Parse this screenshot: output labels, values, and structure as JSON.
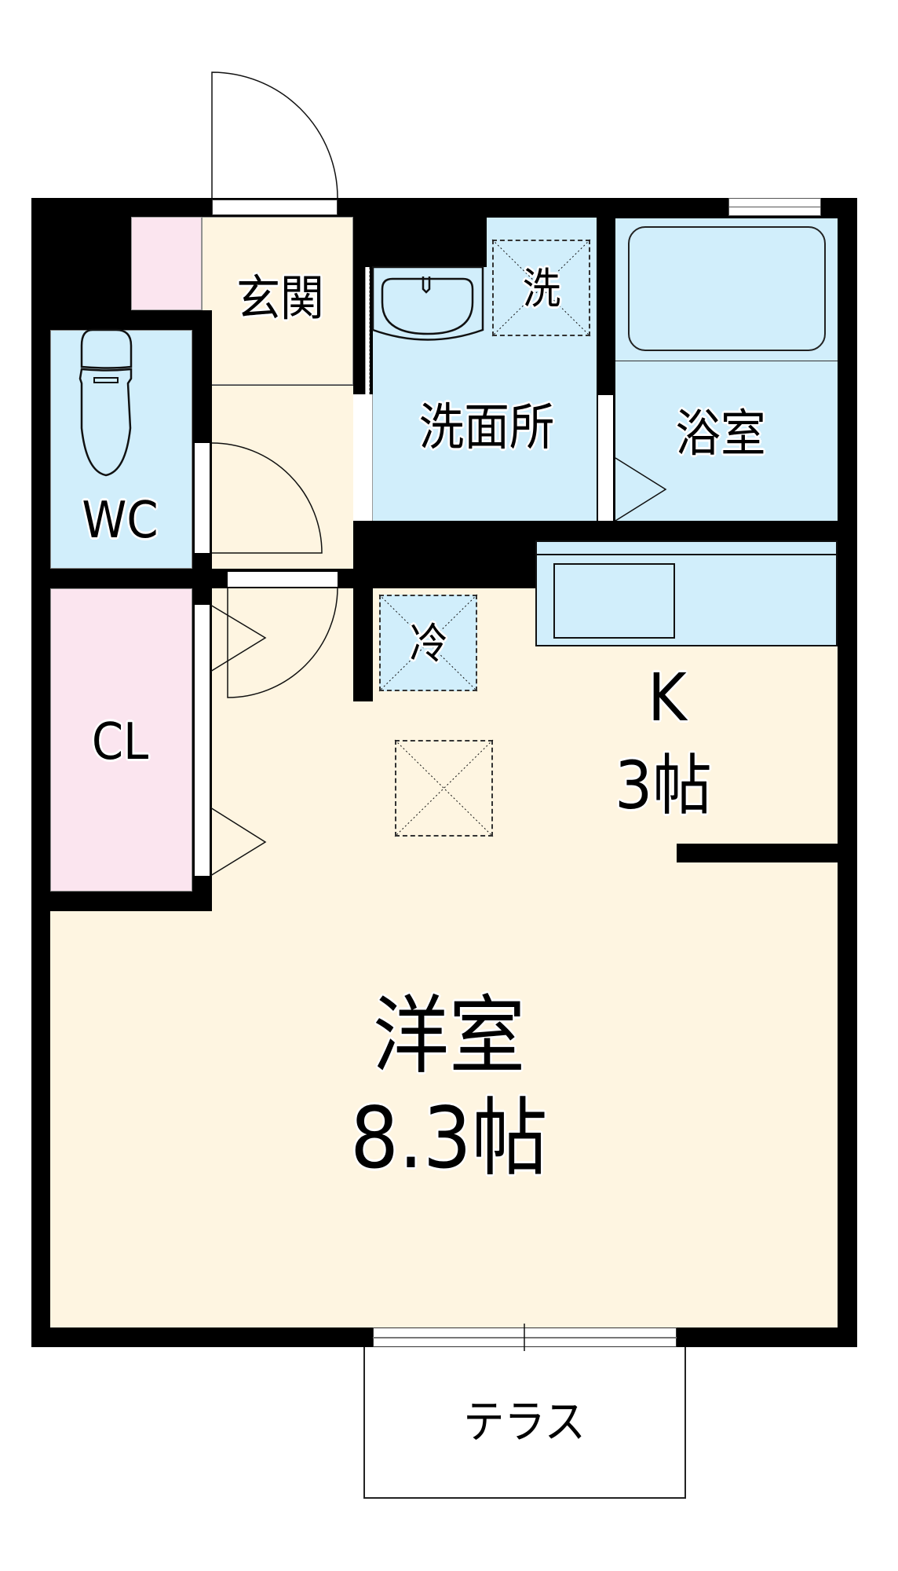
{
  "floorplan": {
    "colors": {
      "wall": "#000000",
      "living_floor": "#FEF5E1",
      "wet_area": "#D1EEFB",
      "storage": "#FBE5EF",
      "exterior": "#FFFFFF"
    },
    "rooms": {
      "genkan": {
        "label": "玄関"
      },
      "washer": {
        "label": "洗"
      },
      "washroom": {
        "label": "洗面所"
      },
      "bathroom": {
        "label": "浴室"
      },
      "wc": {
        "label": "WC"
      },
      "fridge": {
        "label": "冷"
      },
      "closet": {
        "label": "CL"
      },
      "kitchen": {
        "label": "K",
        "size": "3帖"
      },
      "western_room": {
        "label": "洋室",
        "size": "8.3帖"
      },
      "terrace": {
        "label": "テラス"
      }
    }
  }
}
